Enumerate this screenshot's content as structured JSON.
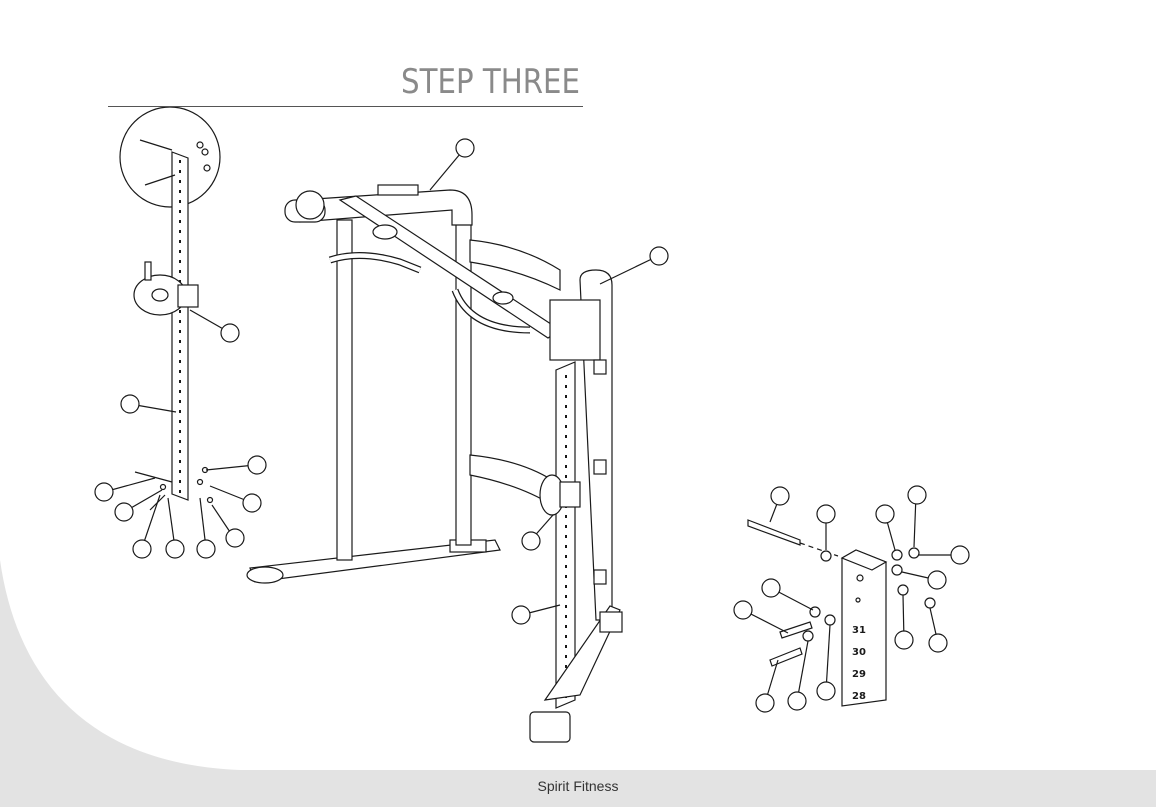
{
  "document": {
    "step_title": "STEP THREE",
    "footer": "Spirit Fitness"
  },
  "detail_numbers": [
    "31",
    "30",
    "29",
    "28"
  ],
  "colors": {
    "title": "#8a8a8a",
    "footer_band": "#e3e3e3",
    "lines": "#1a1a1a"
  },
  "icons": [
    "pulley-icon",
    "bolt-icon",
    "washer-icon",
    "nut-icon"
  ]
}
